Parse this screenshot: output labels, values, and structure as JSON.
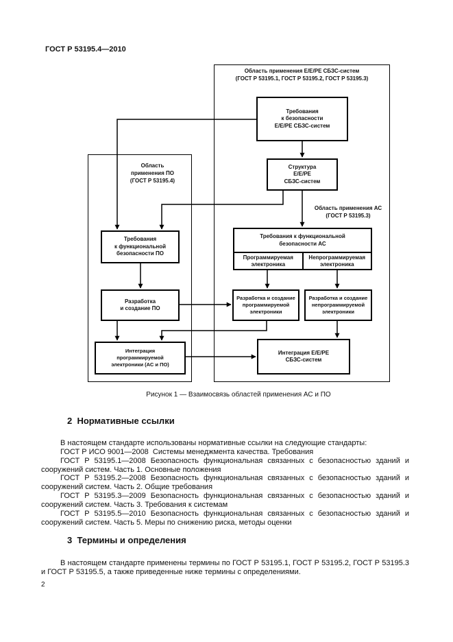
{
  "doc": {
    "header": "ГОСТ Р 53195.4—2010",
    "page_number": "2"
  },
  "figure": {
    "caption": "Рисунок 1 — Взаимосвязь областей применения АС и ПО",
    "area_eepe": "Область применения Е/Е/РЕ СБЗС-систем\n(ГОСТ Р 53195.1, ГОСТ Р 53195.2, ГОСТ Р 53195.3)",
    "area_po": "Область\nприменения ПО\n(ГОСТ Р 53195.4)",
    "area_as": "Область применения АС\n(ГОСТ Р 53195.3)",
    "req_safety": "Требования\nк безопасности\nЕ/Е/РЕ СБЗС-систем",
    "structure": "Структура\nЕ/Е/РЕ\nСБЗС-систем",
    "req_func_as": "Требования к функциональной\nбезопасности АС",
    "prog_el": "Программируемая\nэлектроника",
    "nonprog_el": "Непрограммируемая\nэлектроника",
    "dev_prog": "Разработка и создание\nпрограммируемой\nэлектроники",
    "dev_nonprog": "Разработка и создание\nнепрограммируемой\nэлектроники",
    "integr_eepe": "Интеграция Е/Е/РЕ\nСБЗС-систем",
    "req_func_po": "Требования\nк функциональной\nбезопасности ПО",
    "dev_po": "Разработка\nи создание ПО",
    "integr_prog": "Интеграция\nпрограммируемой\nэлектроники (АС и ПО)"
  },
  "section2": {
    "title": "2  Нормативные ссылки",
    "lines": [
      "В настоящем стандарте использованы нормативные ссылки на следующие стандарты:",
      "ГОСТ Р ИСО 9001—2008  Системы менеджмента качества. Требования",
      "ГОСТ Р 53195.1—2008 Безопасность функциональная связанных с безопасностью зданий и",
      "сооружений систем. Часть 1. Основные положения",
      "ГОСТ Р 53195.2—2008 Безопасность функциональная связанных с безопасностью зданий и",
      "сооружений систем. Часть 2. Общие требования",
      "ГОСТ Р 53195.3—2009 Безопасность функциональная связанных с безопасностью зданий и",
      "сооружений систем. Часть 3. Требования к системам",
      "ГОСТ Р 53195.5—2010 Безопасность функциональная связанных с безопасностью зданий и",
      "сооружений систем. Часть 5. Меры по снижению риска, методы оценки"
    ]
  },
  "section3": {
    "title": "3  Термины и определения",
    "lines": [
      "В настоящем стандарте применены термины по ГОСТ Р 53195.1, ГОСТ Р 53195.2, ГОСТ Р 53195.3",
      "и ГОСТ Р 53195.5, а также приведенные ниже термины с определениями."
    ]
  }
}
